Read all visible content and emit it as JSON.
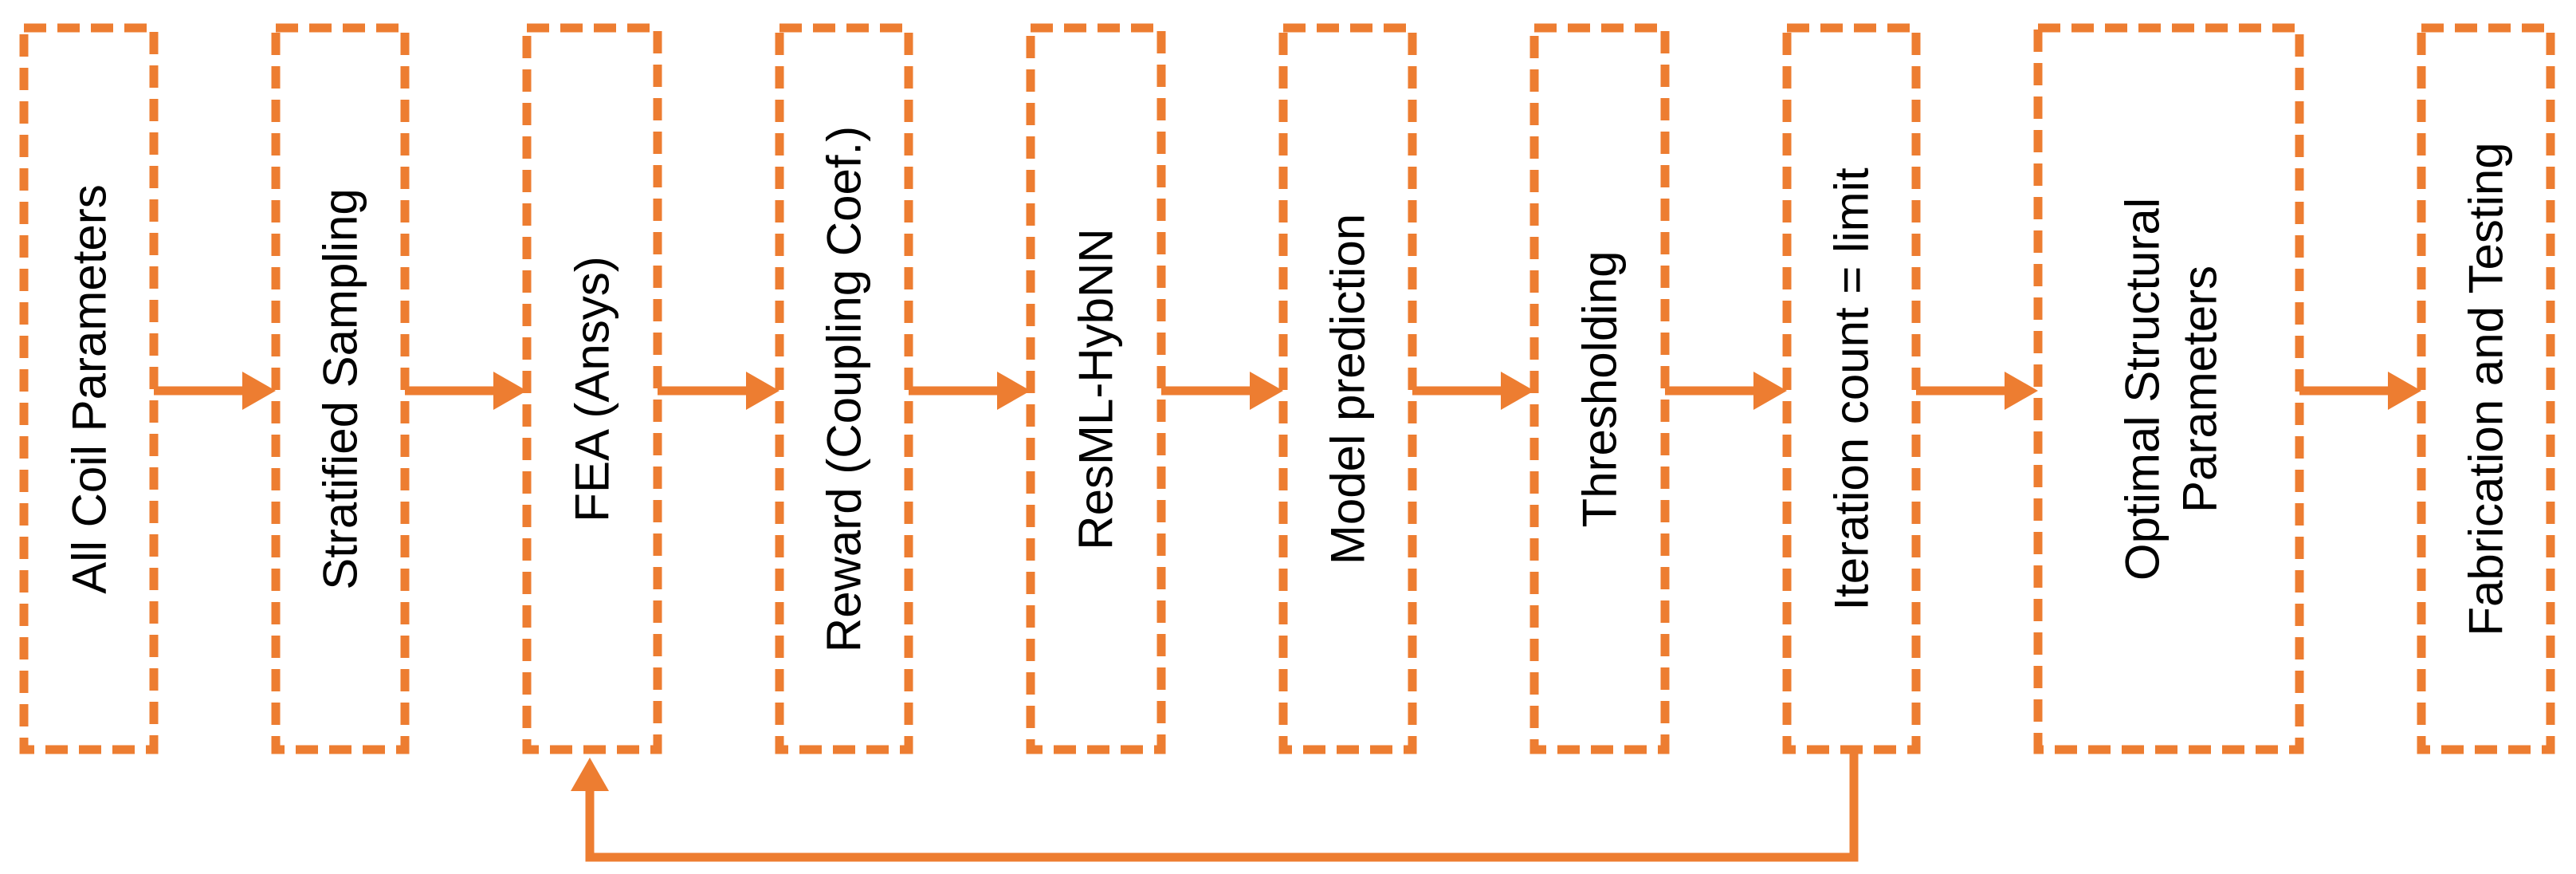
{
  "colors": {
    "accent": "#ED7D31",
    "text": "#000000",
    "background": "#ffffff"
  },
  "flow": {
    "steps": [
      {
        "label": "All Coil Parameters"
      },
      {
        "label": "Stratified Sampling"
      },
      {
        "label": "FEA (Ansys)"
      },
      {
        "label": "Reward (Coupling Coef.)"
      },
      {
        "label": "ResML-HybNN"
      },
      {
        "label": "Model prediction"
      },
      {
        "label": "Thresholding"
      },
      {
        "label": "Iteration count = limit"
      },
      {
        "label": "Optimal Structural",
        "label_line2": "Parameters"
      },
      {
        "label": "Fabrication and Testing"
      }
    ],
    "loop_back": {
      "from_step": 8,
      "to_step": 3
    }
  }
}
